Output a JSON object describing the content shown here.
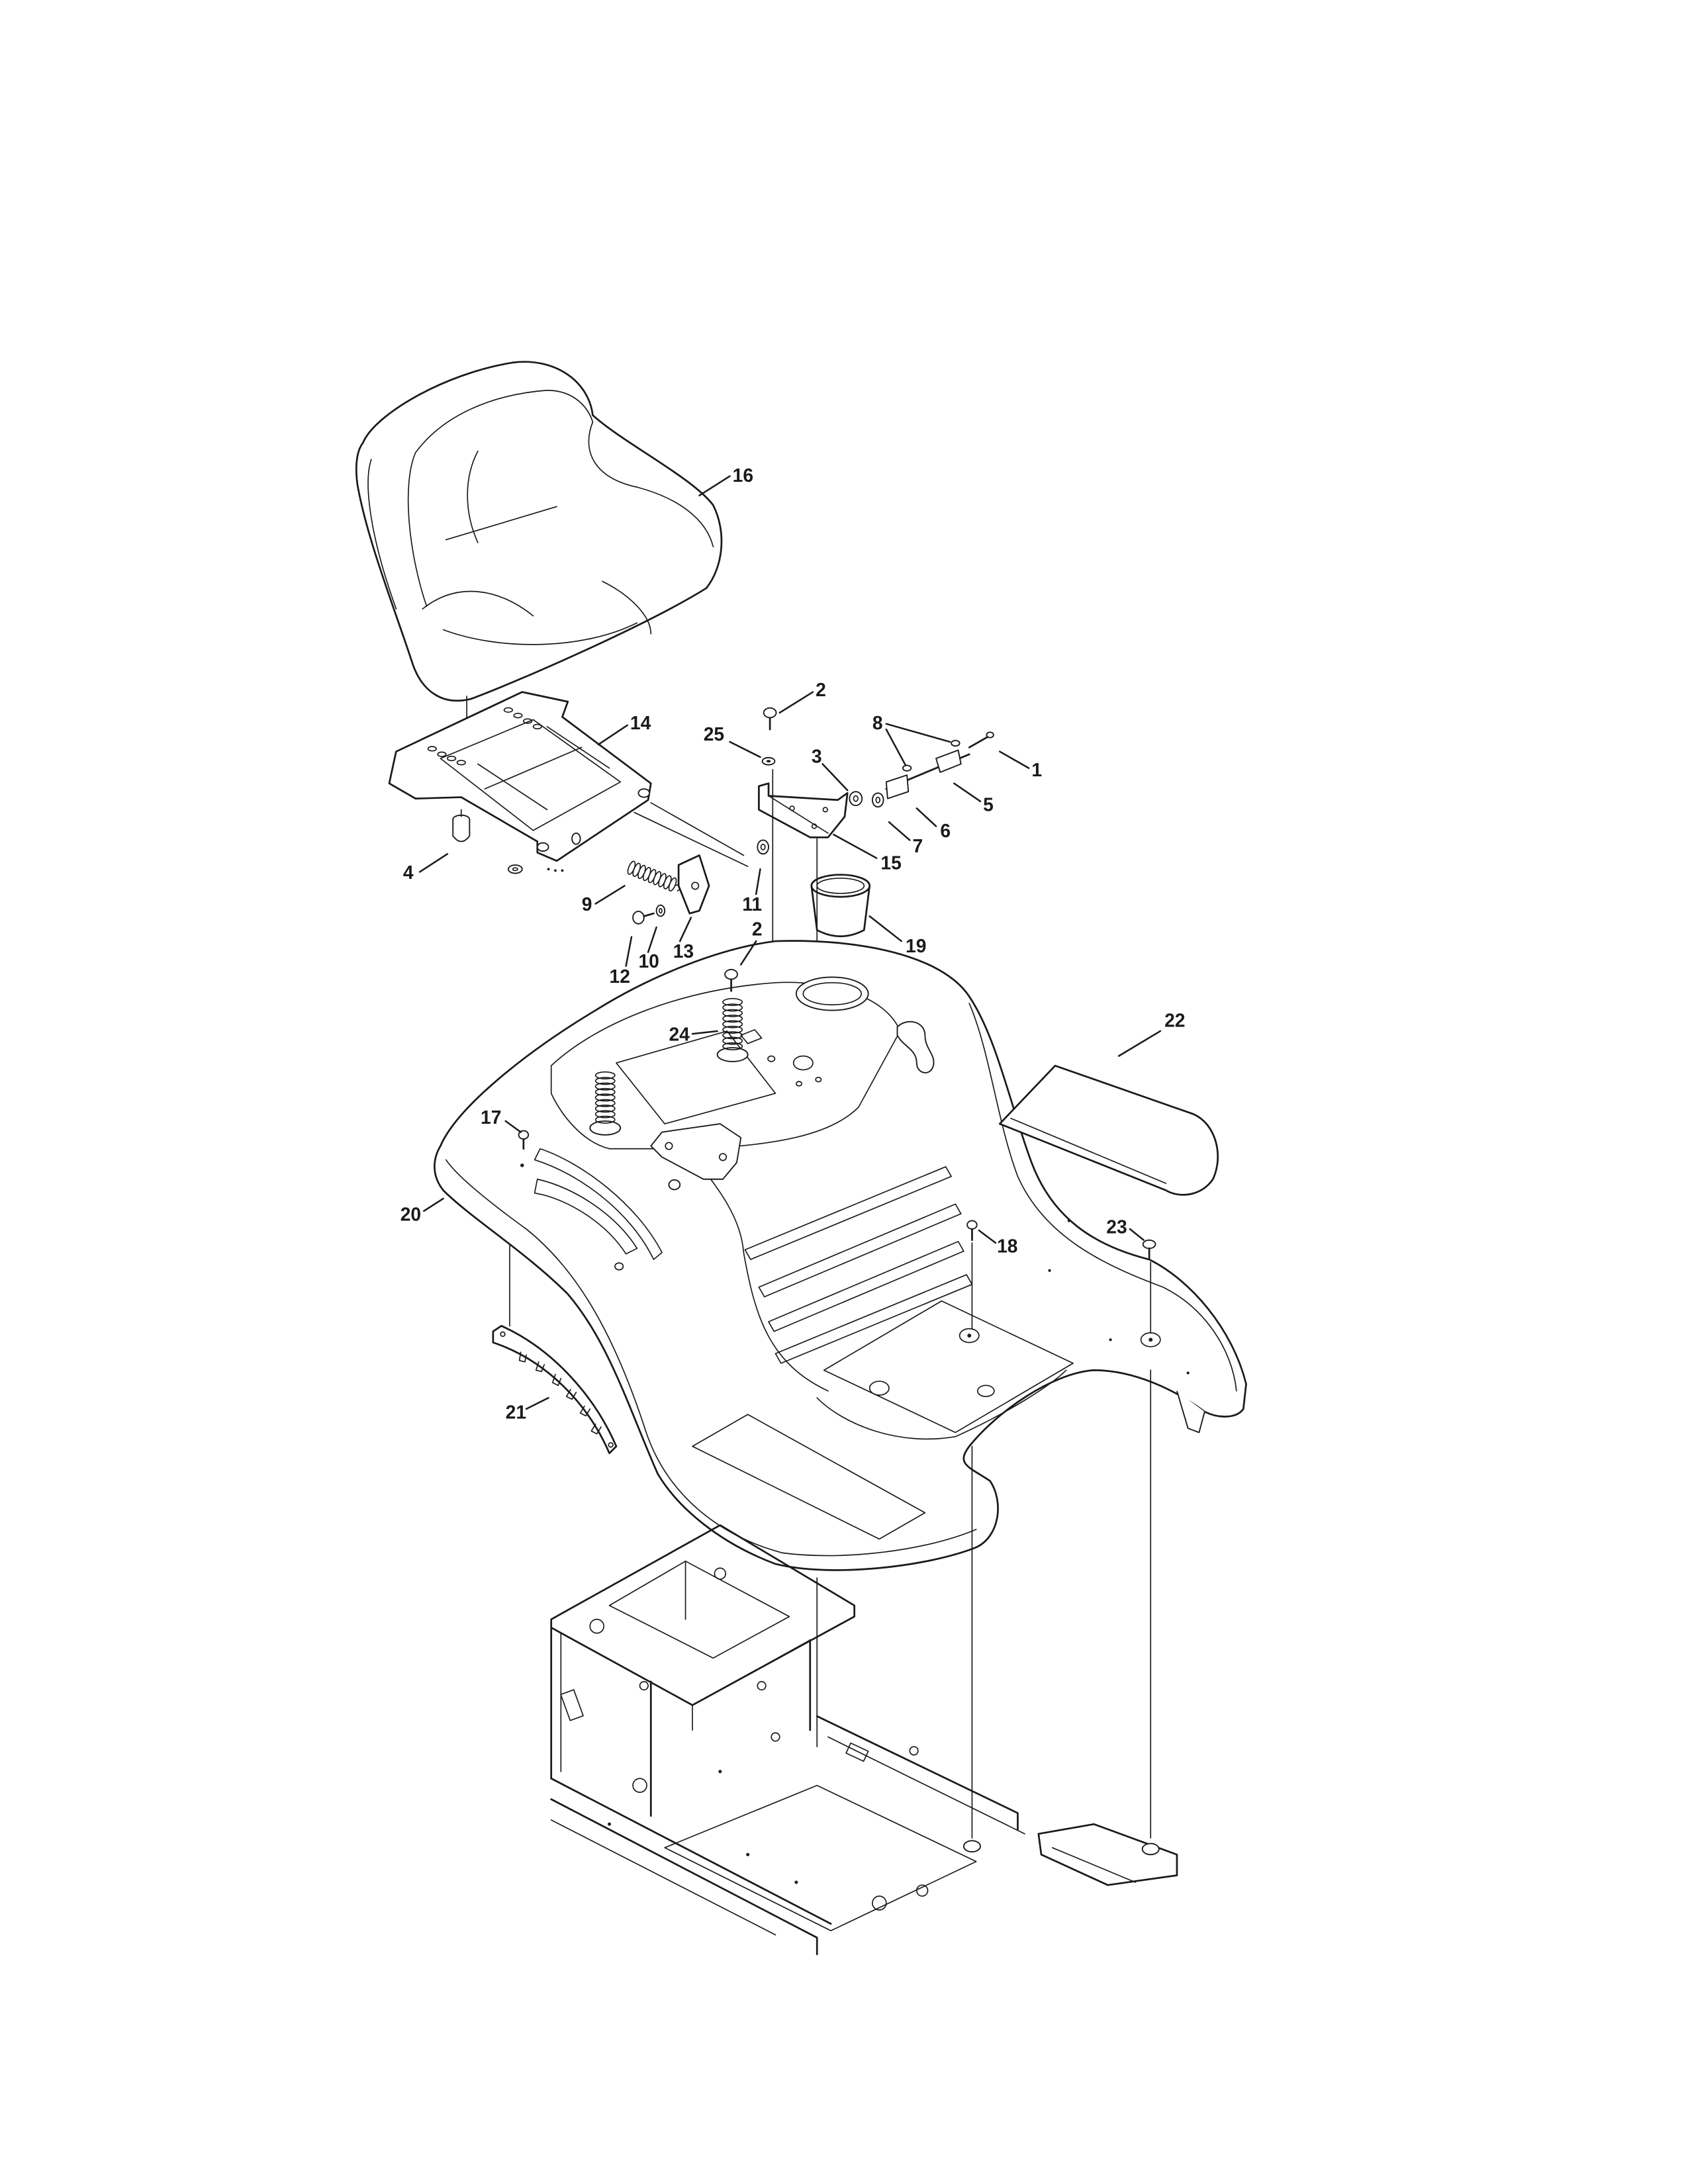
{
  "diagram": {
    "callouts": [
      "16",
      "14",
      "2",
      "25",
      "8",
      "1",
      "3",
      "5",
      "6",
      "7",
      "15",
      "4",
      "9",
      "11",
      "13",
      "10",
      "12",
      "19",
      "2",
      "24",
      "22",
      "17",
      "20",
      "18",
      "23",
      "21"
    ]
  },
  "colors": {
    "line": "#1a1a1a",
    "background": "#ffffff"
  }
}
